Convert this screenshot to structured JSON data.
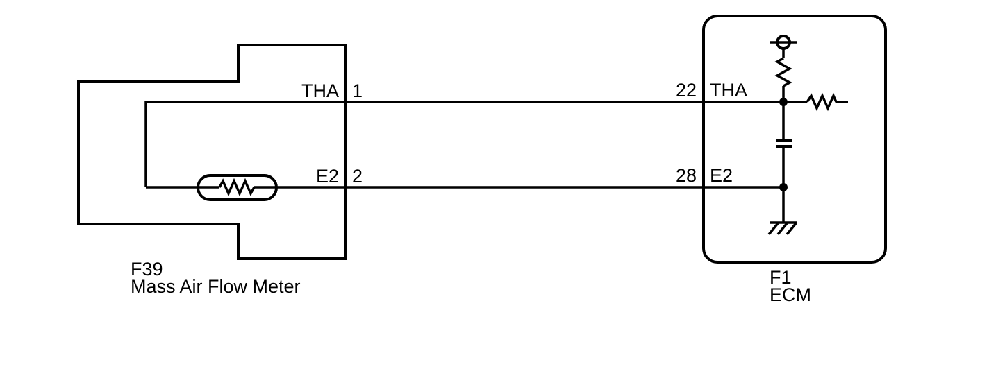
{
  "colors": {
    "background": "#ffffff",
    "line": "#000000",
    "text": "#000000"
  },
  "components": {
    "maf": {
      "code": "F39",
      "name": "Mass Air Flow Meter",
      "pins": [
        {
          "signal": "THA",
          "number": "1"
        },
        {
          "signal": "E2",
          "number": "2"
        }
      ],
      "icons": [
        "thermistor-resistor-icon"
      ]
    },
    "ecm": {
      "code": "F1",
      "name": "ECM",
      "pins": [
        {
          "number": "22",
          "signal": "THA"
        },
        {
          "number": "28",
          "signal": "E2"
        }
      ],
      "icons": [
        "power-source-icon",
        "pullup-resistor-icon",
        "series-resistor-icon",
        "capacitor-icon",
        "chassis-ground-icon"
      ]
    }
  },
  "wires": [
    {
      "signal": "THA"
    },
    {
      "signal": "E2"
    }
  ]
}
